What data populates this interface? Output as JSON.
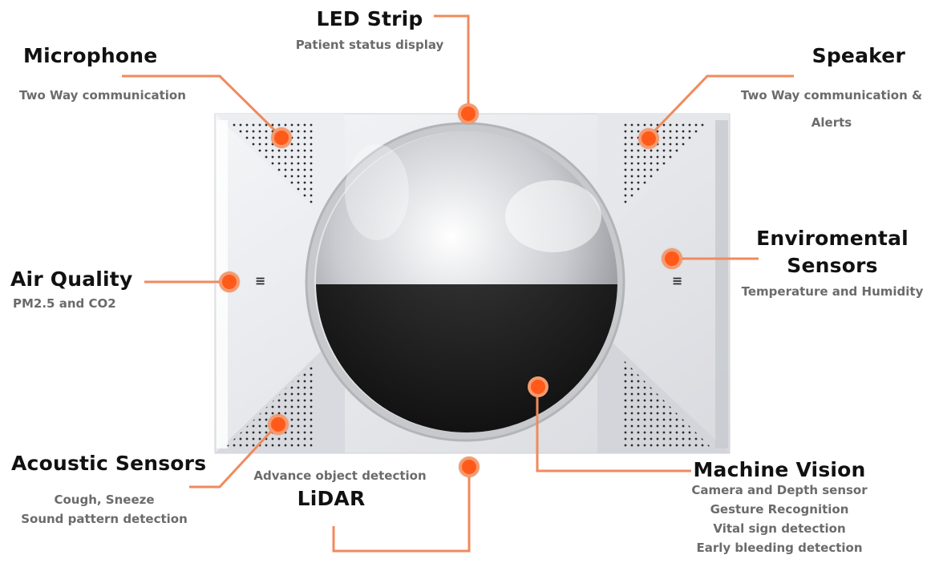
{
  "colors": {
    "accent": "#f08a5d",
    "marker": "#ff5a1a",
    "title_text": "#111111",
    "sub_text": "#6b6b6b",
    "device_body": "#e4e5e8",
    "lens_dark": "#151515"
  },
  "callouts": {
    "led_strip": {
      "title": "LED Strip",
      "lines": [
        "Patient status display"
      ]
    },
    "microphone": {
      "title": "Microphone",
      "lines": [
        "Two Way communication"
      ]
    },
    "speaker": {
      "title": "Speaker",
      "lines": [
        "Two Way communication &",
        "Alerts"
      ]
    },
    "air_quality": {
      "title": "Air Quality",
      "lines": [
        "PM2.5 and CO2"
      ]
    },
    "env_sensors": {
      "title_lines": [
        "Enviromental",
        "Sensors"
      ],
      "lines": [
        "Temperature and Humidity"
      ]
    },
    "acoustic": {
      "title": "Acoustic Sensors",
      "lines": [
        "Cough, Sneeze",
        "Sound pattern detection"
      ]
    },
    "lidar": {
      "title": "LiDAR",
      "lines": [
        "Advance object detection"
      ]
    },
    "machine_vision": {
      "title": "Machine Vision",
      "lines": [
        "Camera and Depth sensor",
        "Gesture Recognition",
        "Vital sign detection",
        "Early bleeding detection"
      ]
    }
  },
  "device": {
    "vent_glyph": "≡"
  }
}
